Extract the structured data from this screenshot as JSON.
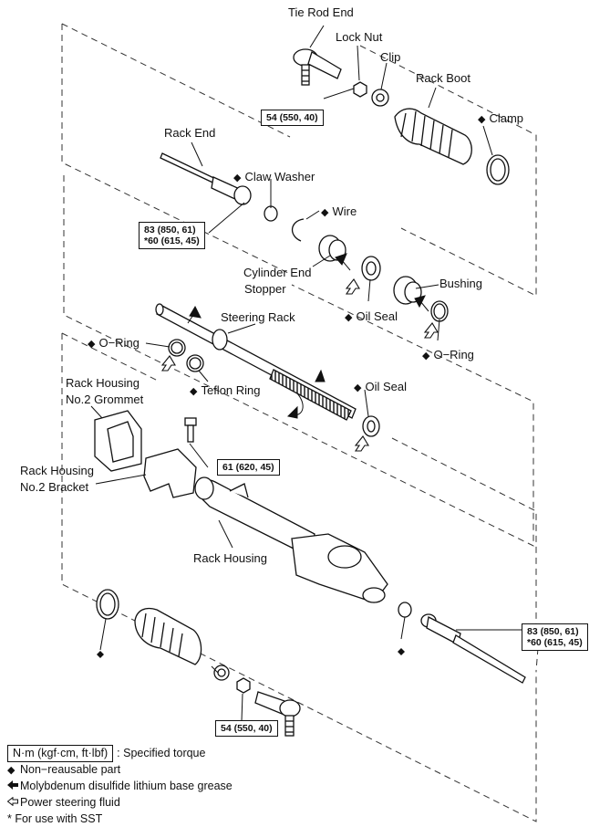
{
  "labels": {
    "tie_rod_end": "Tie Rod End",
    "lock_nut": "Lock Nut",
    "clip": "Clip",
    "rack_boot": "Rack Boot",
    "clamp": "Clamp",
    "rack_end": "Rack End",
    "claw_washer": "Claw Washer",
    "wire": "Wire",
    "cylinder_end_stopper_1": "Cylinder End",
    "cylinder_end_stopper_2": "Stopper",
    "bushing": "Bushing",
    "oil_seal_upper": "Oil Seal",
    "o_ring_right": "O−Ring",
    "steering_rack": "Steering Rack",
    "o_ring_left": "O−Ring",
    "teflon_ring": "Teflon Ring",
    "oil_seal_lower": "Oil Seal",
    "grommet_1": "Rack Housing",
    "grommet_2": "No.2 Grommet",
    "bracket_1": "Rack Housing",
    "bracket_2": "No.2 Bracket",
    "rack_housing": "Rack Housing"
  },
  "diamond": "◆",
  "torques": {
    "lock_nut_top": "54 (550, 40)",
    "rack_end_left_1": "83 (850, 61)",
    "rack_end_left_2": "*60 (615, 45)",
    "bracket_bolt": "61 (620, 45)",
    "rack_end_right_1": "83 (850, 61)",
    "rack_end_right_2": "*60 (615, 45)",
    "lock_nut_bottom": "54 (550, 40)"
  },
  "legend": {
    "unit": "N·m (kgf·cm, ft·lbf)",
    "unit_desc": ": Specified torque",
    "non_reusable": "Non−reausable part",
    "grease": "Molybdenum disulfide lithium base grease",
    "fluid": "Power steering fluid",
    "sst": "* For use with SST"
  },
  "colors": {
    "line": "#111111",
    "dash": "#333333",
    "fill": "#f4f4f4"
  }
}
